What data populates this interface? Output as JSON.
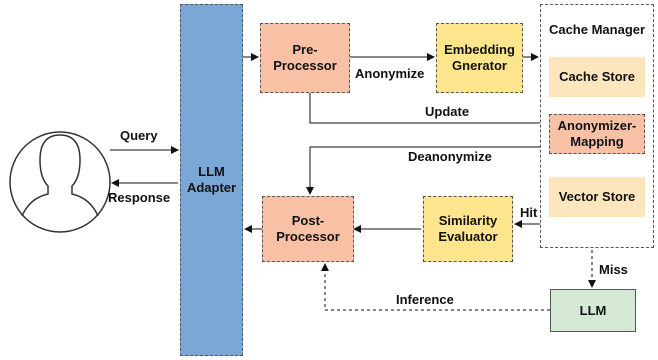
{
  "nodes": {
    "llm_adapter": "LLM Adapter",
    "pre_processor": "Pre-Processor",
    "embedding_generator": "Embedding Gnerator",
    "cache_manager": "Cache Manager",
    "cache_store": "Cache Store",
    "anonymizer_mapping": "Anonymizer-Mapping",
    "vector_store": "Vector Store",
    "similarity_evaluator": "Similarity Evaluator",
    "post_processor": "Post-Processor",
    "llm": "LLM"
  },
  "edges": {
    "query": "Query",
    "response": "Response",
    "anonymize": "Anonymize",
    "update": "Update",
    "deanonymize": "Deanonymize",
    "hit": "Hit",
    "miss": "Miss",
    "inference": "Inference"
  },
  "colors": {
    "adapter": "#7ba7d6",
    "processor": "#f8c0a4",
    "evaluator": "#fde58e",
    "store": "#fde5bd",
    "llm": "#d5e8d4"
  },
  "icons": {
    "user": "user-avatar-icon"
  }
}
